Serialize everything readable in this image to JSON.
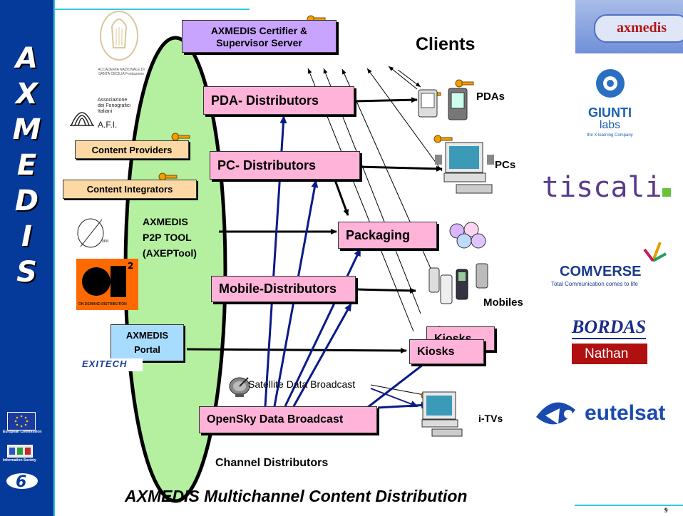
{
  "brand": {
    "side_letters": [
      "A",
      "X",
      "M",
      "E",
      "D",
      "I",
      "S"
    ],
    "accent": "#ffb3d9",
    "bar_color": "#063a9a"
  },
  "server_box": {
    "label_line1": "AXMEDIS Certifier &",
    "label_line2": "Supervisor Server"
  },
  "clients_heading": "Clients",
  "left_entities": {
    "accademia": "ACCADEMIA NAZIONALE DI SANTA CECILIA Fondazione",
    "afi_small": "Associazione dei Fonografici Italiani",
    "afi": "A.F.I.",
    "content_providers": "Content Providers",
    "content_integrators": "Content Integrators",
    "xim": "xim",
    "od2_tag": "ON DEMAND DISTRIBUTION",
    "portal_line1": "AXMEDIS",
    "portal_line2": "Portal",
    "exitech": "EXITECH"
  },
  "p2p": {
    "line1": "AXMEDIS",
    "line2": "P2P TOOL",
    "line3": "(AXEPTool)"
  },
  "distributors": {
    "pda": "PDA- Distributors",
    "pc": "PC- Distributors",
    "packaging": "Packaging",
    "mobile": "Mobile-Distributors",
    "kiosks_back": "Kiosks",
    "kiosks": "Kiosks",
    "opensky": "OpenSky Data Broadcast"
  },
  "client_labels": {
    "pdas": "PDAs",
    "pcs": "PCs",
    "mobiles": "Mobiles",
    "itvs": "i-TVs"
  },
  "satellite": "Satellite Data Broadcast",
  "channel_distributors": "Channel Distributors",
  "footer_title": "AXMEDIS Multichannel Content Distribution",
  "page_number": "9",
  "partners": {
    "axmedis": "axmedis",
    "giunti": "GIUNTI",
    "giunti_labs": "labs",
    "giunti_tag": "the X learning Company",
    "tiscali": "tiscali",
    "comverse": "COMVERSE",
    "comverse_tag": "Total Communication comes to life",
    "bordas": "BORDAS",
    "nathan": "Nathan",
    "eutelsat": "eutelsat"
  },
  "eu_labels": {
    "ec": "European Commission",
    "ist": "Information Society"
  }
}
